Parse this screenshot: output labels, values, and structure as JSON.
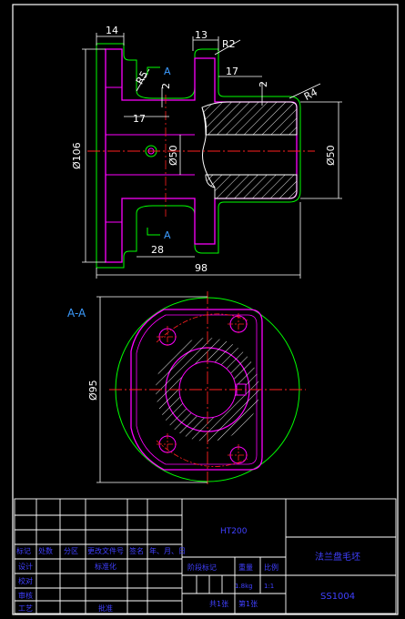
{
  "colors": {
    "background": "#000000",
    "border": "#ffffff",
    "outline": "#ff00ff",
    "body_line": "#00ff00",
    "center_line": "#ff2020",
    "dimension": "#ffffff",
    "section_label": "#3c9cff",
    "title_text": "#4040ff",
    "hatch": "#ffffff"
  },
  "view_front": {
    "dimensions": {
      "d14": "14",
      "d13": "13",
      "r2": "R2",
      "r5": "R5",
      "two_left": "2",
      "seventeen_left": "17",
      "seventeen_right": "17",
      "two_right": "2",
      "r4": "R4",
      "phi106": "Ø106",
      "phi50_inner": "Ø50",
      "phi50_outer": "Ø50",
      "d28": "28",
      "d98": "98"
    },
    "section_marks": {
      "top_letter": "A",
      "bottom_letter": "A"
    }
  },
  "view_section": {
    "label": "A-A",
    "phi95": "Ø95"
  },
  "title_block": {
    "left_header_labels": [
      "标记",
      "处数",
      "分区",
      "更改文件号",
      "签名",
      "年、月、日"
    ],
    "rows": [
      {
        "left": "设计",
        "right": "标准化"
      },
      {
        "left": "校对",
        "right": ""
      },
      {
        "left": "审核",
        "right": ""
      },
      {
        "left": "工艺",
        "right": "批准"
      }
    ],
    "material": "HT200",
    "stage_label": "阶段标记",
    "weight_label": "重量",
    "scale_label": "比例",
    "weight_value": "1.8kg",
    "scale_value": "1:1",
    "sheets_total": "共1张",
    "sheet_number": "第1张",
    "part_name": "法兰盘毛坯",
    "drawing_number": "SS1004"
  }
}
